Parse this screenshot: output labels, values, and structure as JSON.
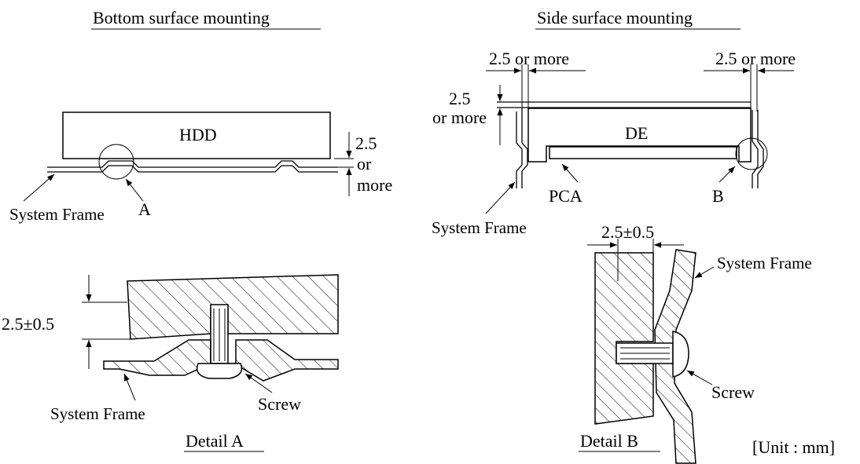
{
  "titles": {
    "bottom": "Bottom surface mounting",
    "side": "Side surface mounting"
  },
  "bottom_view": {
    "body_label": "HDD",
    "dim_top": "2.5",
    "dim_mid": "or",
    "dim_bot": "more",
    "frame_label": "System Frame",
    "detail_ref": "A"
  },
  "side_view": {
    "dim_left_top": "2.5 or more",
    "dim_right_top": "2.5 or more",
    "dim_side_1": "2.5",
    "dim_side_2": "or more",
    "body_label": "DE",
    "pca_label": "PCA",
    "detail_ref": "B",
    "frame_label": "System Frame"
  },
  "detail_a": {
    "dim": "2.5±0.5",
    "screw_label": "Screw",
    "frame_label": "System Frame",
    "title": "Detail A"
  },
  "detail_b": {
    "dim": "2.5±0.5",
    "frame_label": "System Frame",
    "screw_label": "Screw",
    "title": "Detail B"
  },
  "unit_note": "[Unit : mm]"
}
